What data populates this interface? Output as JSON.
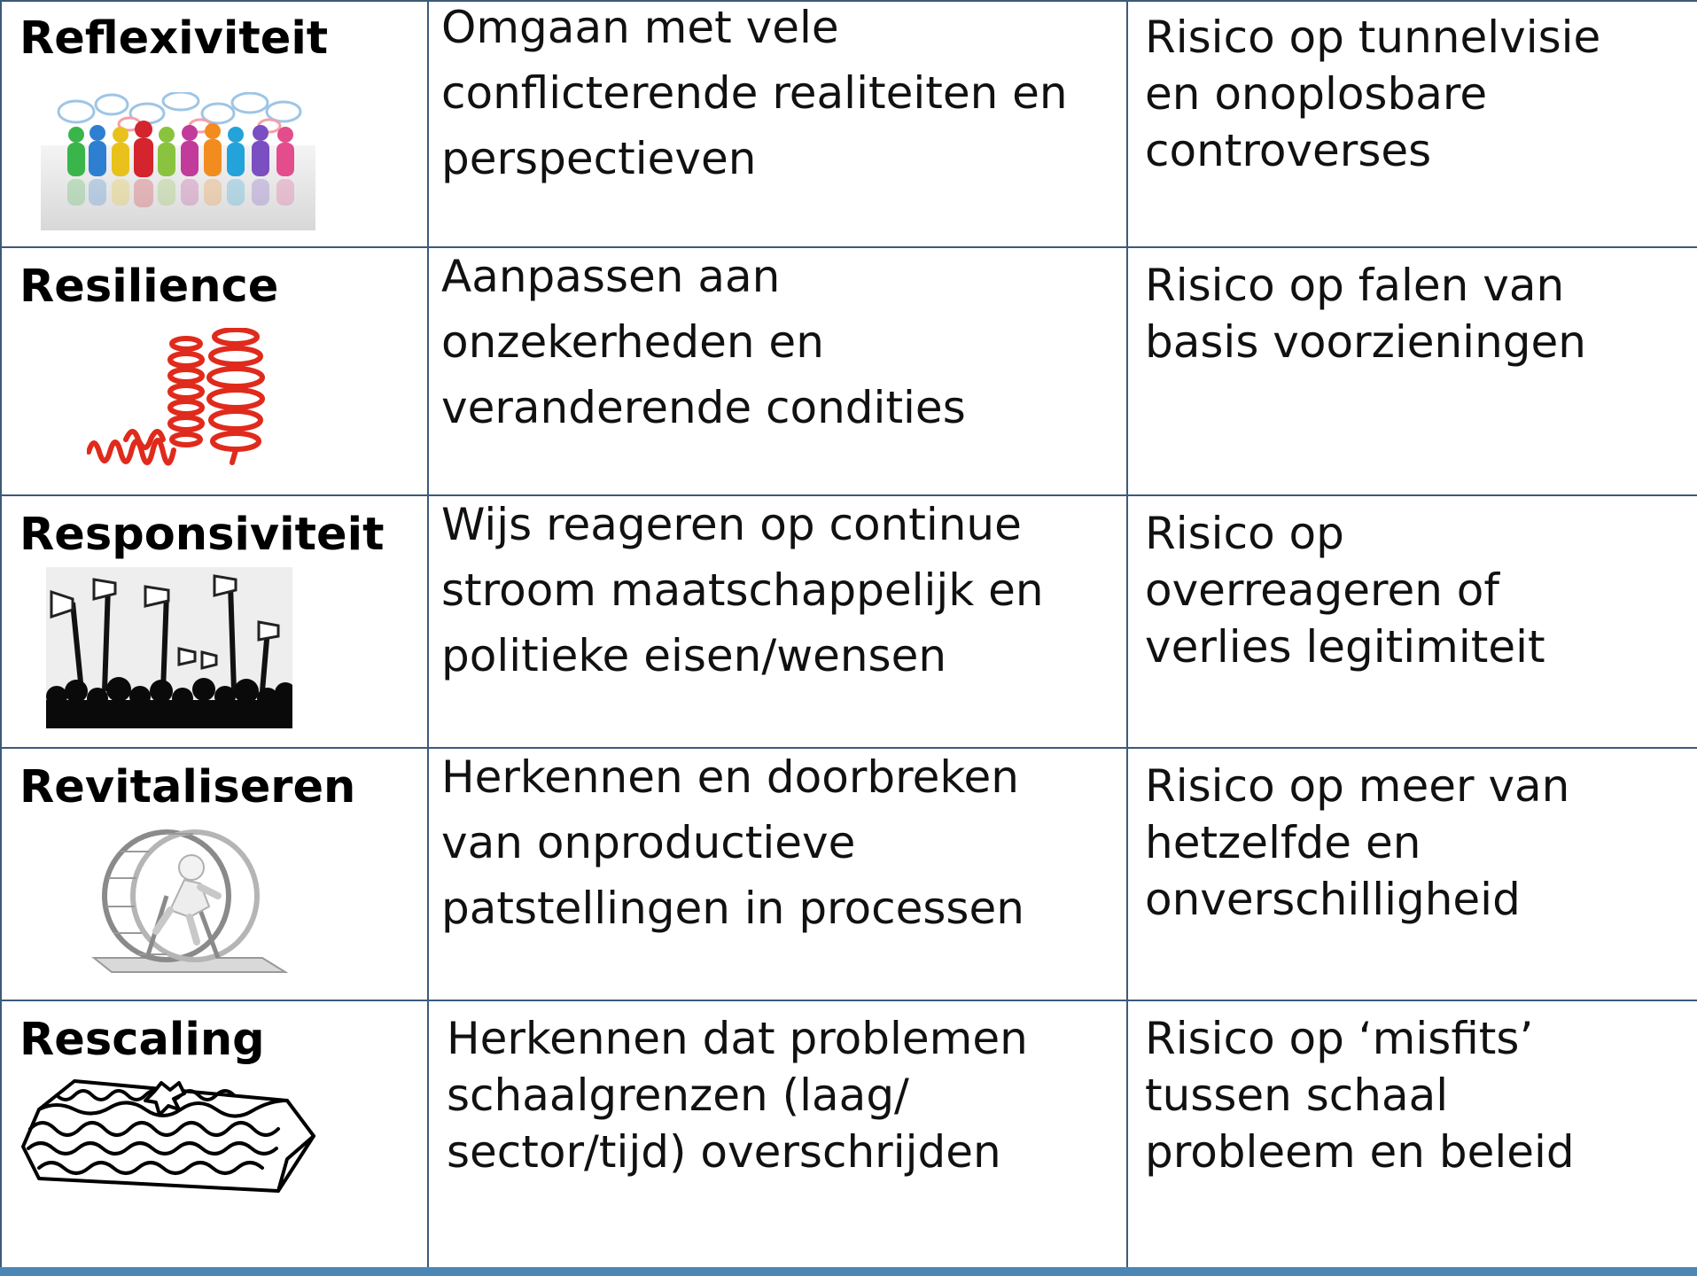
{
  "rows": [
    {
      "name": "Reflexiviteit",
      "description": "Omgaan met vele\nconflicterende realiteiten en\nperspectieven",
      "risk": "Risico op tunnelvisie\nen onoplosbare\ncontroverses",
      "icon": "people-speech-bubbles-icon"
    },
    {
      "name": "Resilience",
      "description": "Aanpassen aan\nonzekerheden en\nveranderende condities",
      "risk": "Risico op falen van\nbasis voorzieningen",
      "icon": "red-springs-icon"
    },
    {
      "name": "Responsiviteit",
      "description": "Wijs reageren op continue\nstroom maatschappelijk en\npolitieke eisen/wensen",
      "risk": "Risico op\noverreageren of\nverlies legitimiteit",
      "icon": "crowd-megaphones-icon"
    },
    {
      "name": "Revitaliseren",
      "description": "Herkennen en doorbreken\nvan onproductieve\npatstellingen in processen",
      "risk": "Risico op meer van\nhetzelfde en\nonverschilligheid",
      "icon": "hamster-wheel-icon"
    },
    {
      "name": "Rescaling",
      "description": "Herkennen dat problemen\nschaalgrenzen (laag/\nsector/tijd) overschrijden",
      "risk": "Risico op ‘misfits’\ntussen schaal\nprobleem en beleid",
      "icon": "brain-block-icon"
    }
  ],
  "colors": {
    "grid_line": "#3c5a7a",
    "bottom_bar": "#4b87b5",
    "spring_red": "#e02a1c"
  }
}
